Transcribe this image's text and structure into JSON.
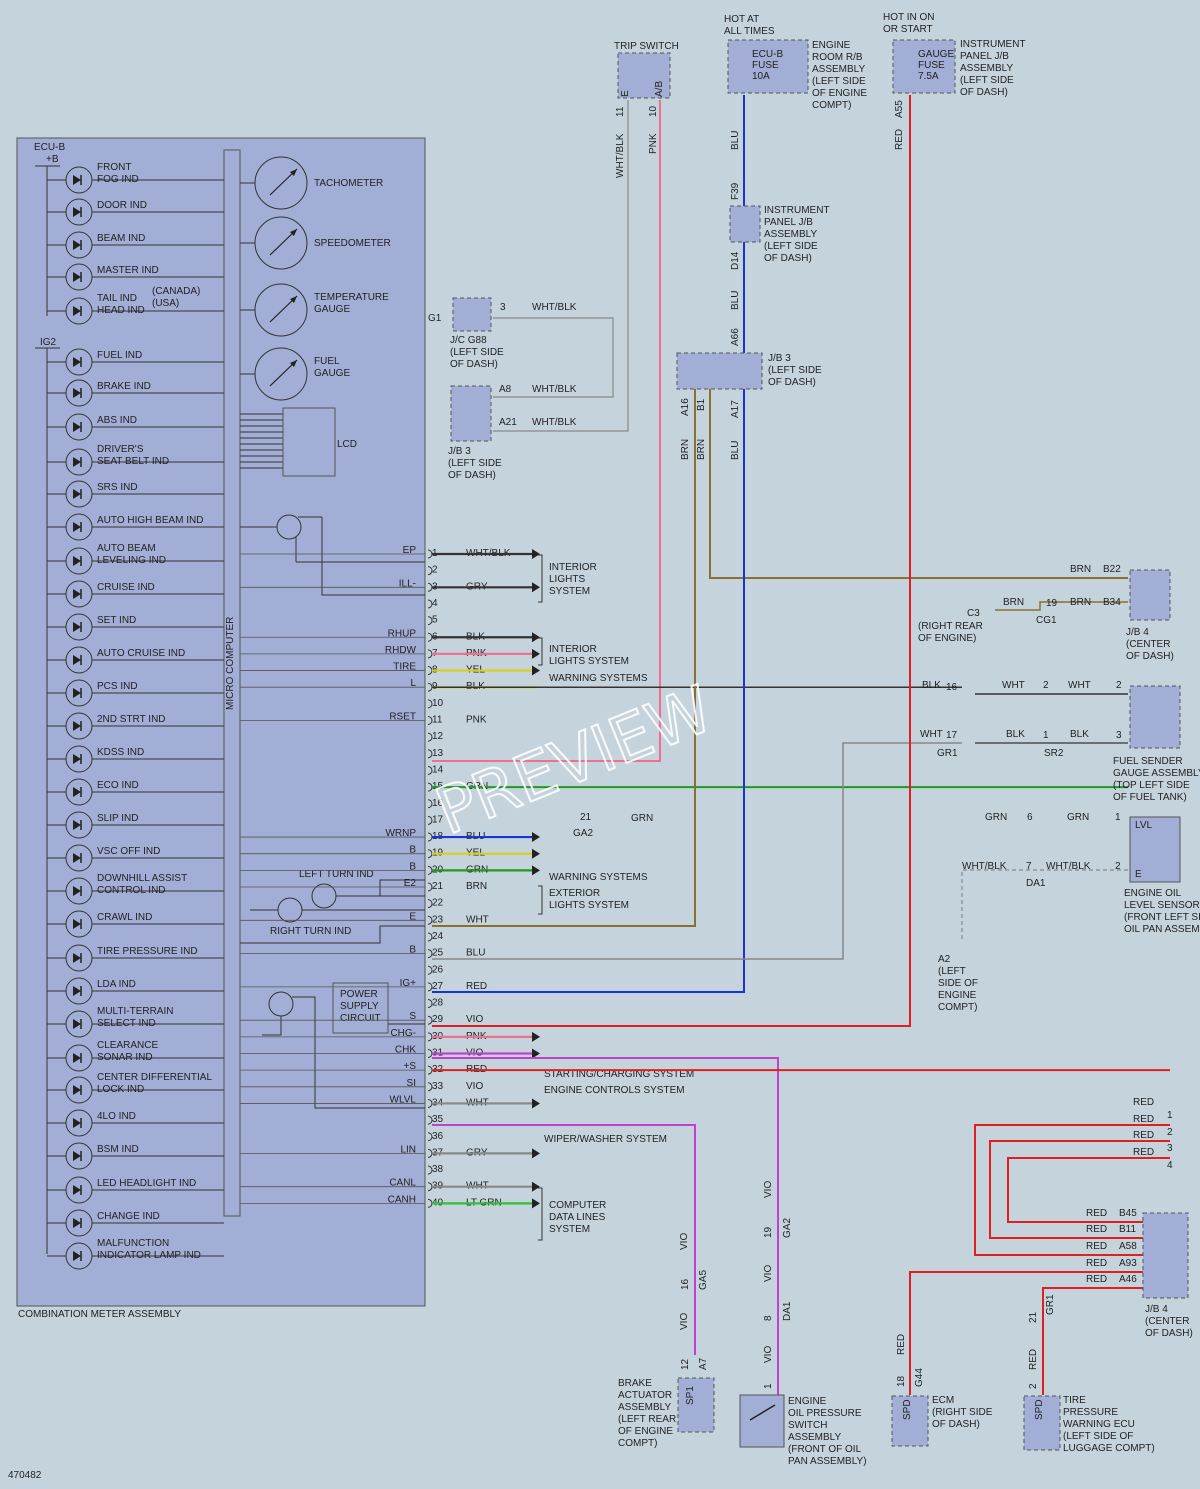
{
  "diagram_id": "470482",
  "watermark": "PREVIEW",
  "assembly_label": "COMBINATION METER ASSEMBLY",
  "micro_computer_label": "MICRO COMPUTER",
  "lcd_label": "LCD",
  "power_supply_label": [
    "POWER",
    "SUPPLY",
    "CIRCUIT"
  ],
  "left_turn_label": "LEFT TURN IND",
  "right_turn_label": "RIGHT TURN IND",
  "power_labels": {
    "ecub": [
      "ECU-B",
      "+B"
    ],
    "ig2": "IG2"
  },
  "indicators_top": [
    [
      "FRONT",
      "FOG IND"
    ],
    [
      "DOOR IND"
    ],
    [
      "BEAM IND"
    ],
    [
      "MASTER IND"
    ],
    [
      "TAIL IND",
      "HEAD IND"
    ]
  ],
  "canada_usa": [
    "(CANADA)",
    "(USA)"
  ],
  "indicators_ig2": [
    [
      "FUEL IND"
    ],
    [
      "BRAKE IND"
    ],
    [
      "ABS IND"
    ],
    [
      "DRIVER'S",
      "SEAT BELT IND"
    ],
    [
      "SRS IND"
    ],
    [
      "AUTO HIGH BEAM IND"
    ],
    [
      "AUTO BEAM",
      "LEVELING IND"
    ],
    [
      "CRUISE IND"
    ],
    [
      "SET IND"
    ],
    [
      "AUTO CRUISE IND"
    ],
    [
      "PCS IND"
    ],
    [
      "2ND STRT IND"
    ],
    [
      "KDSS IND"
    ],
    [
      "ECO IND"
    ],
    [
      "SLIP IND"
    ],
    [
      "VSC OFF IND"
    ],
    [
      "DOWNHILL ASSIST",
      "CONTROL IND"
    ],
    [
      "CRAWL IND"
    ],
    [
      "TIRE PRESSURE IND"
    ],
    [
      "LDA IND"
    ],
    [
      "MULTI-TERRAIN",
      "SELECT IND"
    ],
    [
      "CLEARANCE",
      "SONAR IND"
    ],
    [
      "CENTER DIFFERENTIAL",
      "LOCK IND"
    ],
    [
      "4LO IND"
    ],
    [
      "BSM IND"
    ],
    [
      "LED HEADLIGHT IND"
    ],
    [
      "CHANGE IND"
    ],
    [
      "MALFUNCTION",
      "INDICATOR LAMP IND"
    ]
  ],
  "gauges": [
    [
      "TACHOMETER"
    ],
    [
      "SPEEDOMETER"
    ],
    [
      "TEMPERATURE",
      "GAUGE"
    ],
    [
      "FUEL",
      "GAUGE"
    ]
  ],
  "pins": [
    {
      "n": "1",
      "sig": "EP",
      "wire": "WHT/BLK"
    },
    {
      "n": "2",
      "sig": "",
      "wire": ""
    },
    {
      "n": "3",
      "sig": "ILL-",
      "wire": "GRY"
    },
    {
      "n": "4",
      "sig": "",
      "wire": ""
    },
    {
      "n": "5",
      "sig": "",
      "wire": ""
    },
    {
      "n": "6",
      "sig": "RHUP",
      "wire": "BLK"
    },
    {
      "n": "7",
      "sig": "RHDW",
      "wire": "PNK"
    },
    {
      "n": "8",
      "sig": "TIRE",
      "wire": "YEL"
    },
    {
      "n": "9",
      "sig": "L",
      "wire": "BLK"
    },
    {
      "n": "10",
      "sig": "",
      "wire": ""
    },
    {
      "n": "11",
      "sig": "RSET",
      "wire": "PNK"
    },
    {
      "n": "12",
      "sig": "",
      "wire": ""
    },
    {
      "n": "13",
      "sig": "",
      "wire": ""
    },
    {
      "n": "14",
      "sig": "",
      "wire": ""
    },
    {
      "n": "15",
      "sig": "",
      "wire": "GRN"
    },
    {
      "n": "16",
      "sig": "",
      "wire": ""
    },
    {
      "n": "17",
      "sig": "",
      "wire": ""
    },
    {
      "n": "18",
      "sig": "WRNP",
      "wire": "BLU"
    },
    {
      "n": "19",
      "sig": "B",
      "wire": "YEL"
    },
    {
      "n": "20",
      "sig": "B",
      "wire": "GRN"
    },
    {
      "n": "21",
      "sig": "E2",
      "wire": "BRN"
    },
    {
      "n": "22",
      "sig": "",
      "wire": ""
    },
    {
      "n": "23",
      "sig": "E",
      "wire": "WHT"
    },
    {
      "n": "24",
      "sig": "",
      "wire": ""
    },
    {
      "n": "25",
      "sig": "B",
      "wire": "BLU"
    },
    {
      "n": "26",
      "sig": "",
      "wire": ""
    },
    {
      "n": "27",
      "sig": "IG+",
      "wire": "RED"
    },
    {
      "n": "28",
      "sig": "",
      "wire": ""
    },
    {
      "n": "29",
      "sig": "S",
      "wire": "VIO"
    },
    {
      "n": "30",
      "sig": "CHG-",
      "wire": "PNK"
    },
    {
      "n": "31",
      "sig": "CHK",
      "wire": "VIO"
    },
    {
      "n": "32",
      "sig": "+S",
      "wire": "RED"
    },
    {
      "n": "33",
      "sig": "SI",
      "wire": "VIO"
    },
    {
      "n": "34",
      "sig": "WLVL",
      "wire": "WHT"
    },
    {
      "n": "35",
      "sig": "",
      "wire": ""
    },
    {
      "n": "36",
      "sig": "",
      "wire": ""
    },
    {
      "n": "37",
      "sig": "LIN",
      "wire": "GRY"
    },
    {
      "n": "38",
      "sig": "",
      "wire": ""
    },
    {
      "n": "39",
      "sig": "CANL",
      "wire": "WHT"
    },
    {
      "n": "40",
      "sig": "CANH",
      "wire": "LT GRN"
    }
  ],
  "systems": {
    "interior_lights_1": [
      "INTERIOR",
      "LIGHTS",
      "SYSTEM"
    ],
    "interior_lights_2": [
      "INTERIOR",
      "LIGHTS SYSTEM"
    ],
    "warning_1": "WARNING SYSTEMS",
    "warning_2": "WARNING SYSTEMS",
    "exterior": [
      "EXTERIOR",
      "LIGHTS SYSTEM"
    ],
    "starting": "STARTING/CHARGING SYSTEM",
    "engine_controls": "ENGINE CONTROLS SYSTEM",
    "wiper": "WIPER/WASHER SYSTEM",
    "computer_data": [
      "COMPUTER",
      "DATA LINES",
      "SYSTEM"
    ]
  },
  "top": {
    "trip_switch": "TRIP SWITCH",
    "trip_pins": [
      "E",
      "A/B",
      "11",
      "10"
    ],
    "trip_wires": [
      "WHT/BLK",
      "PNK"
    ],
    "hot_all": [
      "HOT AT",
      "ALL TIMES"
    ],
    "ecub_fuse": [
      "ECU-B",
      "FUSE",
      "10A"
    ],
    "engine_room": [
      "ENGINE",
      "ROOM R/B",
      "ASSEMBLY",
      "(LEFT SIDE",
      "OF ENGINE",
      "COMPT)"
    ],
    "hot_in_on": [
      "HOT IN ON",
      "OR START"
    ],
    "gauge_fuse": [
      "GAUGE",
      "FUSE",
      "7.5A"
    ],
    "instrument_panel_1": [
      "INSTRUMENT",
      "PANEL J/B",
      "ASSEMBLY",
      "(LEFT SIDE",
      "OF DASH)"
    ],
    "a55": "A55",
    "red": "RED",
    "blu": "BLU",
    "f39": "F39",
    "d14": "D14",
    "a66": "A66",
    "instrument_panel_2": [
      "INSTRUMENT",
      "PANEL J/B",
      "ASSEMBLY",
      "(LEFT SIDE",
      "OF DASH)"
    ],
    "jb3_right": [
      "J/B 3",
      "(LEFT SIDE",
      "OF DASH)"
    ],
    "jb3_pins": [
      "A16",
      "B1",
      "A17"
    ],
    "jb3_wires": [
      "BRN",
      "BRN",
      "BLU"
    ],
    "g1": "G1",
    "jc_g88": [
      "J/C G88",
      "(LEFT SIDE",
      "OF DASH)"
    ],
    "jc_pin": "3",
    "jc_wire": "WHT/BLK",
    "jb3_left": [
      "J/B 3",
      "(LEFT SIDE",
      "OF DASH)"
    ],
    "jb3_left_pins": [
      "A8",
      "A21"
    ],
    "jb3_left_wires": [
      "WHT/BLK",
      "WHT/BLK"
    ]
  },
  "right": {
    "b22": "B22",
    "b34": "B34",
    "brn": "BRN",
    "c3": "C3",
    "cg1": "CG1",
    "cg1_pin": "19",
    "right_rear": [
      "(RIGHT REAR",
      "OF ENGINE)"
    ],
    "jb4_a": [
      "J/B 4",
      "(CENTER",
      "OF DASH)"
    ],
    "fuel_row1": [
      "BLK",
      "16",
      "WHT",
      "2",
      "WHT",
      "2"
    ],
    "fuel_row2": [
      "WHT",
      "17",
      "BLK",
      "1",
      "BLK",
      "3"
    ],
    "gr1": "GR1",
    "sr2": "SR2",
    "fuel_sender": [
      "FUEL SENDER",
      "GAUGE ASSEMBLY",
      "(TOP LEFT SIDE",
      "OF FUEL TANK)"
    ],
    "ga2": "GA2",
    "ga2_pin": "21",
    "grn": "GRN",
    "ga2_right_pin": "6",
    "lvl": "LVL",
    "e": "E",
    "pin1": "1",
    "pin2": "2",
    "whtblk": "WHT/BLK",
    "da1": "DA1",
    "da1_pin": "7",
    "engine_oil": [
      "ENGINE OIL",
      "LEVEL SENSOR",
      "(FRONT LEFT SIDE OF",
      "OIL PAN ASSEMBLY)"
    ],
    "a2": [
      "A2",
      "(LEFT",
      "SIDE OF",
      "ENGINE",
      "COMPT)"
    ],
    "red_out": [
      "RED",
      "RED",
      "RED",
      "RED"
    ],
    "red_out_nums": [
      "1",
      "2",
      "3",
      "4"
    ],
    "jb4_pins": [
      "B45",
      "B11",
      "A58",
      "A93",
      "A46"
    ],
    "jb4_b": [
      "J/B 4",
      "(CENTER",
      "OF DASH)"
    ]
  },
  "bottom": {
    "vio": "VIO",
    "ga5": "GA5",
    "ga5_pin": "16",
    "a7": "A7",
    "a7_pin": "12",
    "sp1": "SP1",
    "brake_actuator": [
      "BRAKE",
      "ACTUATOR",
      "ASSEMBLY",
      "(LEFT REAR",
      "OF ENGINE",
      "COMPT)"
    ],
    "ga2b": "GA2",
    "ga2b_pin": "19",
    "da1b": "DA1",
    "da1b_pin": "8",
    "oil_pin": "1",
    "oil_switch": [
      "ENGINE",
      "OIL PRESSURE",
      "SWITCH",
      "ASSEMBLY",
      "(FRONT OF OIL",
      "PAN ASSEMBLY)"
    ],
    "red": "RED",
    "g44": "G44",
    "g44_pin": "18",
    "spd": "SPD",
    "ecm": [
      "ECM",
      "(RIGHT SIDE",
      "OF DASH)"
    ],
    "gr1": "GR1",
    "gr1_pin": "21",
    "tire_pin": "2",
    "tire_ecu": [
      "TIRE",
      "PRESSURE",
      "WARNING ECU",
      "(LEFT SIDE OF",
      "LUGGAGE COMPT)"
    ]
  },
  "colors": {
    "background": "#c5d4dc",
    "box": "#a3aed6",
    "red": "#e02020",
    "blue": "#1a32d8",
    "pink": "#ee7090",
    "yellow": "#d8d01a",
    "green": "#1e9a1e",
    "brown": "#8a7030",
    "violet": "#c040d0",
    "lt_green": "#30c030",
    "black": "#333333",
    "white_wire": "#e6e6e6",
    "gray_wire": "#8a8a8a"
  }
}
